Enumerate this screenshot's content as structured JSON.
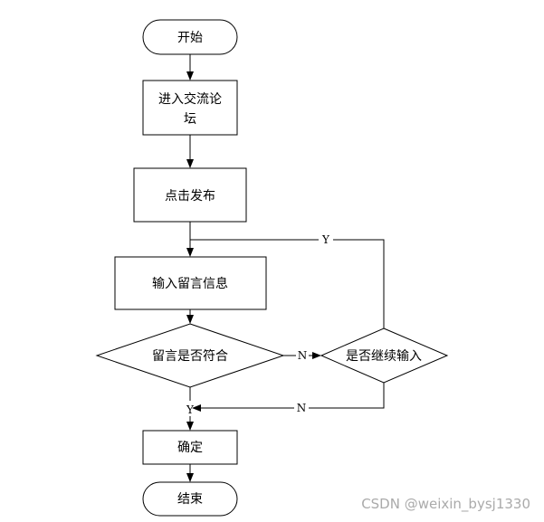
{
  "nodes": {
    "start": "开始",
    "enter_forum_line1": "进入交流论",
    "enter_forum_line2": "坛",
    "click_publish": "点击发布",
    "input_message": "输入留言信息",
    "message_valid": "留言是否符合",
    "continue_input": "是否继续输入",
    "confirm": "确定",
    "end": "结束"
  },
  "edge_labels": {
    "valid_no": "N",
    "valid_yes": "Y",
    "continue_yes": "Y",
    "continue_no": "N"
  },
  "watermark": "CSDN @weixin_bysj1330"
}
